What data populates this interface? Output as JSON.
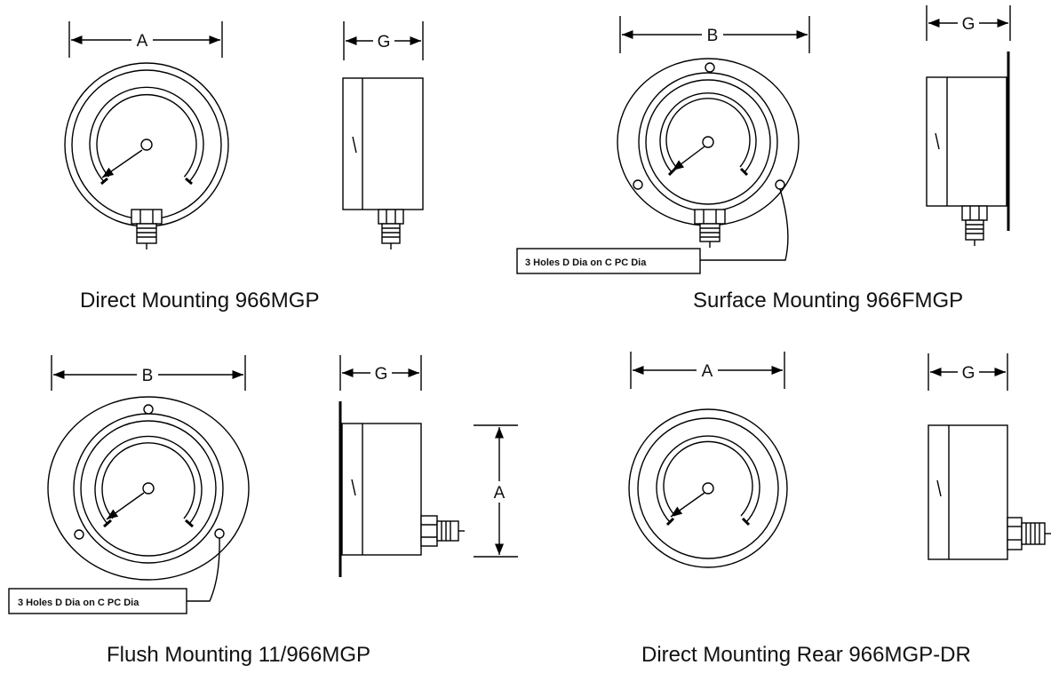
{
  "captions": {
    "direct": "Direct Mounting 966MGP",
    "surface": "Surface Mounting 966FMGP",
    "flush": "Flush Mounting 11/966MGP",
    "rear": "Direct Mounting Rear 966MGP-DR"
  },
  "dimensions": {
    "A": "A",
    "B": "B",
    "G": "G"
  },
  "notes": {
    "holes": "3 Holes D Dia on C PC Dia"
  }
}
